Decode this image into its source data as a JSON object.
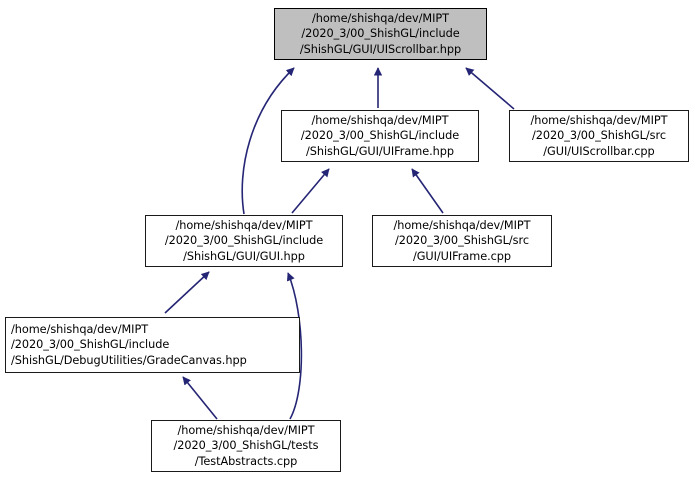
{
  "diagram": {
    "kind": "include-dependency-graph",
    "title": "/home/shishqa/dev/MIPT/2020_3/00_ShishGL/include/ShishGL/GUI/UIScrollbar.hpp include dependency graph",
    "colors": {
      "node_fill": "#ffffff",
      "node_border": "#1a1a1a",
      "highlight_fill": "#bfbfbf",
      "highlight_border": "#000000",
      "edge": "#252575",
      "text": "#000000",
      "background": "#ffffff"
    },
    "nodes": [
      {
        "id": "uiscrollbar_hpp",
        "highlight": true,
        "align": "center",
        "lines": [
          "/home/shishqa/dev/MIPT",
          "/2020_3/00_ShishGL/include",
          "/ShishGL/GUI/UIScrollbar.hpp"
        ]
      },
      {
        "id": "uiframe_hpp",
        "highlight": false,
        "align": "center",
        "lines": [
          "/home/shishqa/dev/MIPT",
          "/2020_3/00_ShishGL/include",
          "/ShishGL/GUI/UIFrame.hpp"
        ]
      },
      {
        "id": "uiscrollbar_cpp",
        "highlight": false,
        "align": "center",
        "lines": [
          "/home/shishqa/dev/MIPT",
          "/2020_3/00_ShishGL/src",
          "/GUI/UIScrollbar.cpp"
        ]
      },
      {
        "id": "gui_hpp",
        "highlight": false,
        "align": "center",
        "lines": [
          "/home/shishqa/dev/MIPT",
          "/2020_3/00_ShishGL/include",
          "/ShishGL/GUI/GUI.hpp"
        ]
      },
      {
        "id": "uiframe_cpp",
        "highlight": false,
        "align": "center",
        "lines": [
          "/home/shishqa/dev/MIPT",
          "/2020_3/00_ShishGL/src",
          "/GUI/UIFrame.cpp"
        ]
      },
      {
        "id": "gradecanvas_hpp",
        "highlight": false,
        "align": "left",
        "lines": [
          "/home/shishqa/dev/MIPT",
          "/2020_3/00_ShishGL/include",
          "/ShishGL/DebugUtilities/GradeCanvas.hpp"
        ]
      },
      {
        "id": "testabstracts_cpp",
        "highlight": false,
        "align": "center",
        "lines": [
          "/home/shishqa/dev/MIPT",
          "/2020_3/00_ShishGL/tests",
          "/TestAbstracts.cpp"
        ]
      }
    ],
    "edges": [
      {
        "from": "gui_hpp",
        "to": "uiscrollbar_hpp"
      },
      {
        "from": "uiframe_hpp",
        "to": "uiscrollbar_hpp"
      },
      {
        "from": "uiscrollbar_cpp",
        "to": "uiscrollbar_hpp"
      },
      {
        "from": "gui_hpp",
        "to": "uiframe_hpp"
      },
      {
        "from": "uiframe_cpp",
        "to": "uiframe_hpp"
      },
      {
        "from": "gradecanvas_hpp",
        "to": "gui_hpp"
      },
      {
        "from": "testabstracts_cpp",
        "to": "gui_hpp"
      },
      {
        "from": "testabstracts_cpp",
        "to": "gradecanvas_hpp"
      }
    ]
  }
}
